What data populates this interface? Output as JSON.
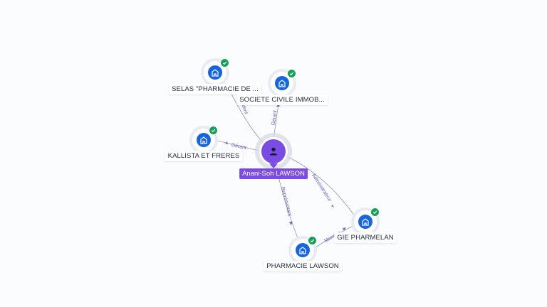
{
  "center": {
    "name": "Anani-Soh LAWSON",
    "icon": "person-icon",
    "color": "#7b4be6"
  },
  "companies": [
    {
      "id": "selas",
      "name": "SELAS \"PHARMACIE DE ...",
      "icon": "building-icon",
      "verified": true
    },
    {
      "id": "sci",
      "name": "SOCIETE CIVILE IMMOB...",
      "icon": "building-icon",
      "verified": true
    },
    {
      "id": "kallista",
      "name": "KALLISTA ET FRERES",
      "icon": "building-icon",
      "verified": true
    },
    {
      "id": "gie",
      "name": "GIE PHARMELAN",
      "icon": "building-icon",
      "verified": true
    },
    {
      "id": "pharmacie",
      "name": "PHARMACIE LAWSON",
      "icon": "building-icon",
      "verified": true
    }
  ],
  "relations": [
    {
      "from": "center",
      "to": "selas",
      "label": "Président"
    },
    {
      "from": "center",
      "to": "sci",
      "label": "Gérant"
    },
    {
      "from": "center",
      "to": "kallista",
      "label": "Gérant"
    },
    {
      "from": "center",
      "to": "gie",
      "label": "Administrateur"
    },
    {
      "from": "center",
      "to": "pharmacie",
      "label": "Représentant"
    },
    {
      "from": "pharmacie",
      "to": "gie",
      "label": "Membre"
    }
  ],
  "colors": {
    "company": "#1565e0",
    "verified": "#15a05a",
    "edge": "#8f96a8",
    "edge_label": "#6d59c8"
  }
}
